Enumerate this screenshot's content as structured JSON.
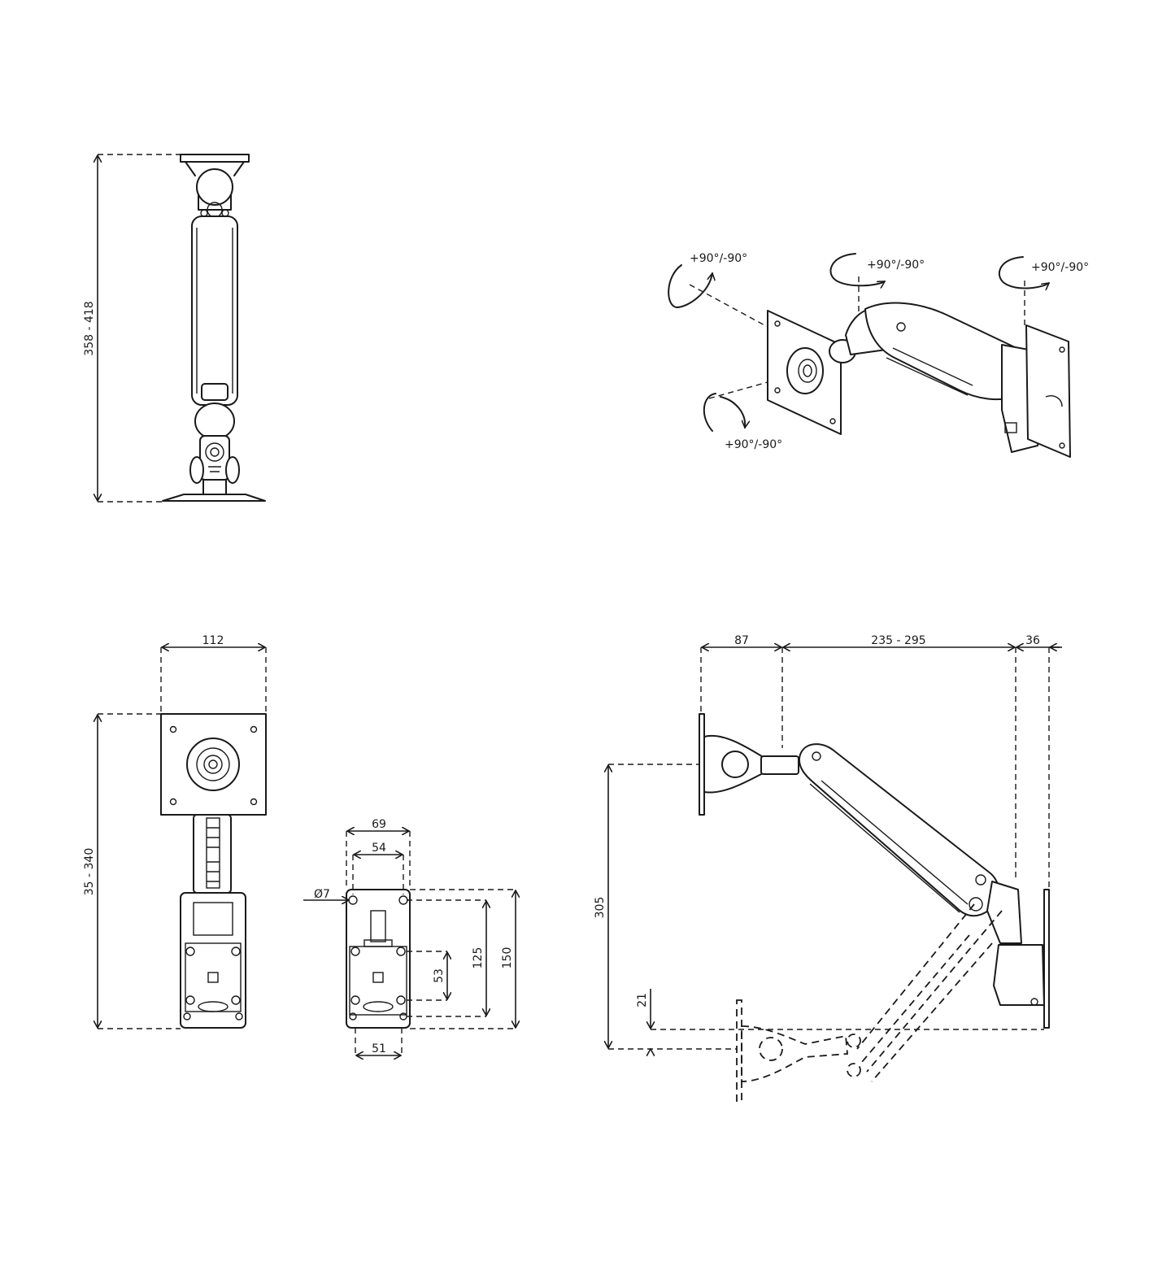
{
  "side_view": {
    "height": "358 - 418"
  },
  "front_view": {
    "width": "112",
    "height": "35 - 340"
  },
  "wall_plate": {
    "width_top": "69",
    "width_inner": "54",
    "width_bottom": "51",
    "hole_diameter": "Ø7",
    "height_small": "53",
    "height_mid": "125",
    "height_total": "150"
  },
  "reach_view": {
    "offset": "87",
    "reach": "235 - 295",
    "plate_depth": "36",
    "height": "305",
    "low": "21"
  },
  "rotations": {
    "tilt_top": "+90°/-90°",
    "swivel_mid": "+90°/-90°",
    "swivel_right": "+90°/-90°",
    "rotate_bottom": "+90°/-90°"
  }
}
